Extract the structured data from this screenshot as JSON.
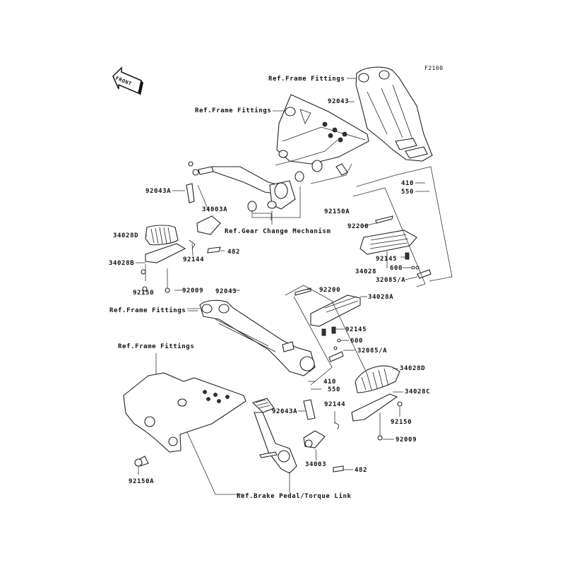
{
  "diagram": {
    "figure_code": "F2160",
    "front_indicator": "FRONT",
    "references": [
      {
        "id": "ref-frame-1",
        "text": "Ref.Frame Fittings"
      },
      {
        "id": "ref-frame-2",
        "text": "Ref.Frame Fittings"
      },
      {
        "id": "ref-gear",
        "text": "Ref.Gear Change Mechanism"
      },
      {
        "id": "ref-frame-3",
        "text": "Ref.Frame Fittings"
      },
      {
        "id": "ref-frame-4",
        "text": "Ref.Frame Fittings"
      },
      {
        "id": "ref-brake",
        "text": "Ref.Brake Pedal/Torque Link"
      }
    ],
    "part_labels": [
      "92043",
      "410",
      "550",
      "92150A",
      "92043A",
      "34003A",
      "34028D",
      "92144",
      "482",
      "34028B",
      "92150",
      "92009",
      "92200",
      "92145",
      "600",
      "34028",
      "32085/A",
      "92043",
      "92200",
      "34028A",
      "92145",
      "600",
      "32085/A",
      "410",
      "550",
      "34028D",
      "34028C",
      "92043A",
      "92144",
      "92150",
      "92009",
      "34003",
      "482",
      "92150A"
    ]
  }
}
